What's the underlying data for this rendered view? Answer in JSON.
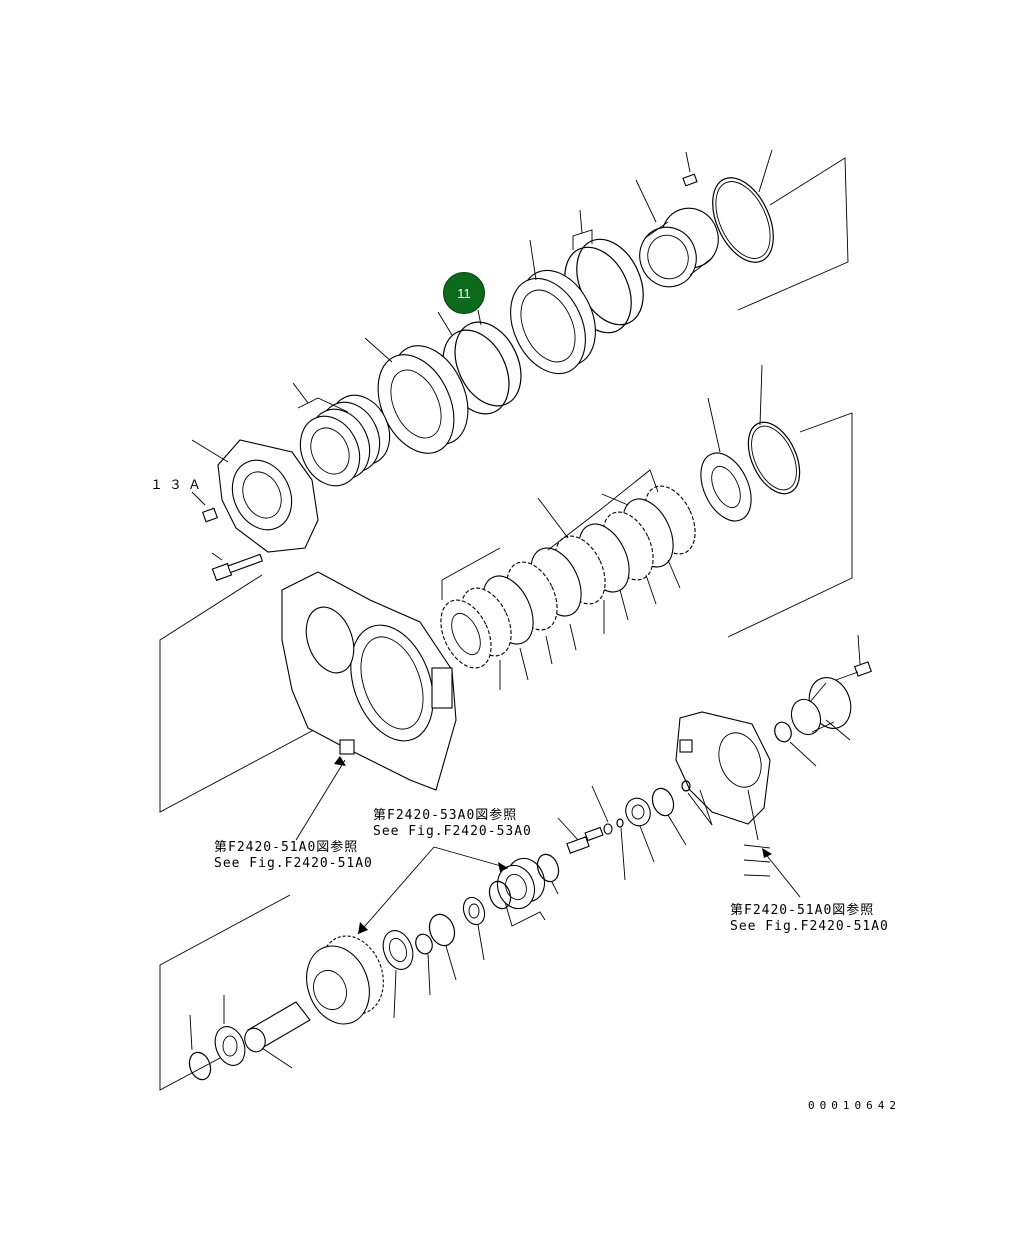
{
  "callout": {
    "number": "11",
    "color": "#0b6b1a"
  },
  "labels": {
    "part_13a": "１３Ａ",
    "drawing_number": "00010642"
  },
  "references": [
    {
      "jp": "第F2420-53A0図参照",
      "en": "See Fig.F2420-53A0"
    },
    {
      "jp": "第F2420-51A0図参照",
      "en": "See Fig.F2420-51A0"
    },
    {
      "jp": "第F2420-51A0図参照",
      "en": "See Fig.F2420-51A0"
    }
  ]
}
